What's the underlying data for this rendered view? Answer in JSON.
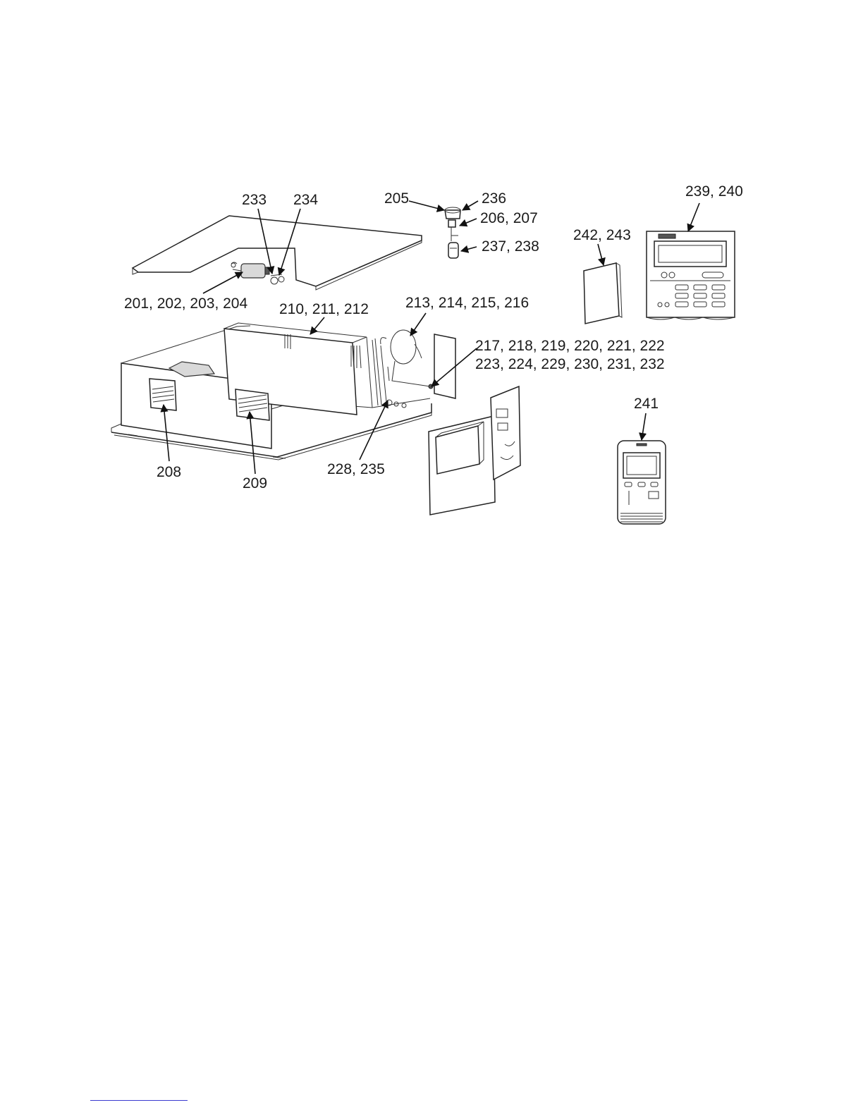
{
  "callouts": {
    "c233": "233",
    "c234": "234",
    "c205": "205",
    "c236": "236",
    "c206_207": "206, 207",
    "c237_238": "237, 238",
    "c239_240": "239, 240",
    "c242_243": "242, 243",
    "c201_204": "201, 202, 203, 204",
    "c210_212": "210, 211, 212",
    "c213_216": "213, 214, 215, 216",
    "c217_222": "217, 218, 219, 220, 221, 222",
    "c223_232": "223, 224, 229, 230, 231, 232",
    "c241": "241",
    "c208": "208",
    "c209": "209",
    "c228_235": "228, 235"
  }
}
